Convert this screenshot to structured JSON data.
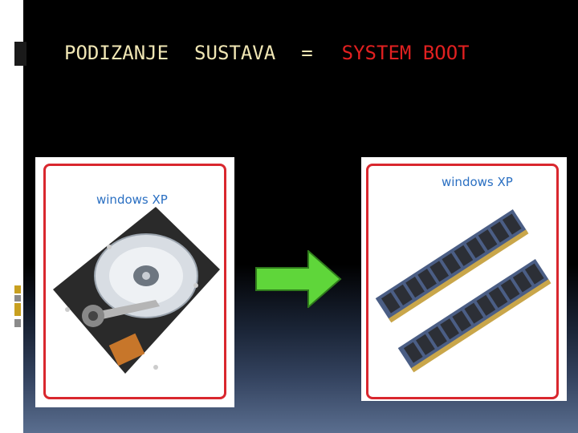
{
  "title": {
    "word1": "PODIZANJE",
    "word2": "SUSTAVA",
    "equals": "=",
    "translation": "SYSTEM BOOT"
  },
  "panels": {
    "left": {
      "caption": "windows XP",
      "image": "hard-disk-drive"
    },
    "right": {
      "caption": "windows XP",
      "image": "ram-memory-modules"
    }
  },
  "arrow": {
    "direction": "right",
    "color": "#5fd63a"
  },
  "colors": {
    "title_text": "#f0e6b4",
    "translation_text": "#e02020",
    "frame": "#d9272e",
    "caption": "#2a6fc2"
  }
}
